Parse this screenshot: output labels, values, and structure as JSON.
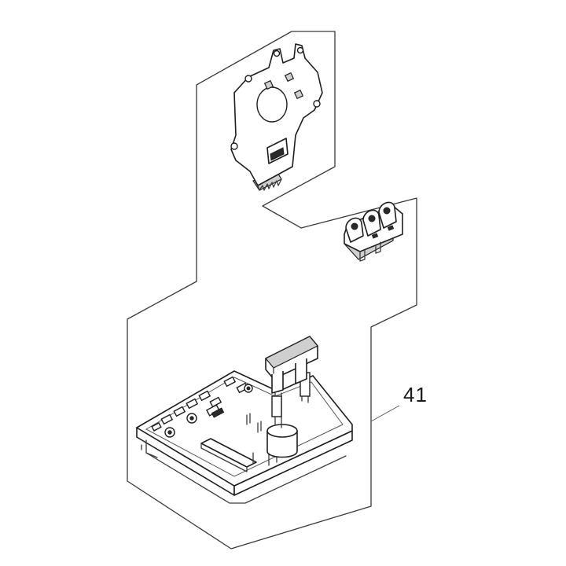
{
  "figure": {
    "type": "exploded-parts-diagram",
    "callout_label": "41",
    "callout_target": "assembly-outline"
  },
  "parts": [
    {
      "name": "mounting-bracket-plate",
      "icon": "bracket-plate"
    },
    {
      "name": "terminal-strip",
      "icon": "three-terminal-block"
    },
    {
      "name": "control-board-assembly",
      "icon": "pcb-module"
    }
  ]
}
